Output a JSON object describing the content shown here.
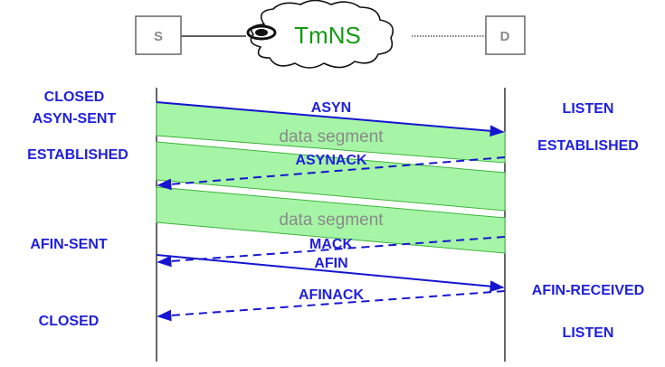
{
  "colors": {
    "text_blue": "#1f1fdc",
    "line_blue": "#1515d0",
    "segment_fill": "#a6f5a6",
    "segment_stroke": "#3cb43c",
    "segment_text": "#8a8a8a",
    "cloud_text": "#139a13",
    "node_text": "#8a8a8a"
  },
  "topology": {
    "source_label": "S",
    "destination_label": "D",
    "network_label": "TmNS"
  },
  "left_states": [
    "CLOSED",
    "ASYN-SENT",
    "ESTABLISHED",
    "AFIN-SENT",
    "CLOSED"
  ],
  "right_states": [
    "LISTEN",
    "ESTABLISHED",
    "AFIN-RECEIVED",
    "LISTEN"
  ],
  "messages": {
    "asyn": "ASYN",
    "asynack": "ASYNACK",
    "mack": "MACK",
    "afin": "AFIN",
    "afinack": "AFINACK"
  },
  "data_segments": [
    "data segment",
    "data segment"
  ]
}
